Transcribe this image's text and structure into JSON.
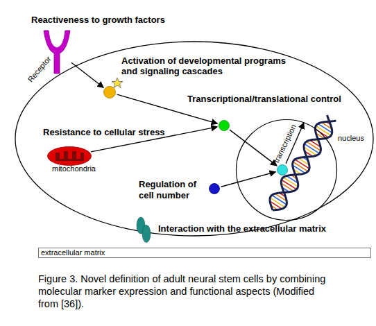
{
  "diagram": {
    "caption": "Figure 3. Novel definition of adult neural stem cells by combining molecular marker expression and functional aspects (Modified from [36]).",
    "nodes": [
      {
        "text": [
          "Reactiveness to growth factors",
          "Receptor"
        ]
      },
      {
        "text": [
          "Activation of developmental programs and signaling cascades"
        ]
      },
      {
        "text": [
          "Transcriptional/translational control"
        ]
      },
      {
        "text": [
          "Resistance to cellular stress",
          "mitochondria"
        ]
      },
      {
        "text": [
          "nucleus"
        ]
      },
      {
        "text": [
          "transcription"
        ],
        "in": 4
      },
      {
        "text": [
          "Regulation of cell number"
        ]
      },
      {
        "text": [
          "Interaction with the extracellular matrix"
        ]
      },
      {
        "text": [
          "extracellular matrix"
        ]
      }
    ],
    "edges": [
      {
        "from": 0,
        "to": 1,
        "arrow": "to"
      },
      {
        "from": 1,
        "to": 2,
        "arrow": "to"
      },
      {
        "from": 3,
        "to": 2,
        "arrow": "to"
      },
      {
        "from": 2,
        "to": 5,
        "arrow": "to"
      },
      {
        "from": 6,
        "to": 5,
        "arrow": "to"
      }
    ]
  }
}
